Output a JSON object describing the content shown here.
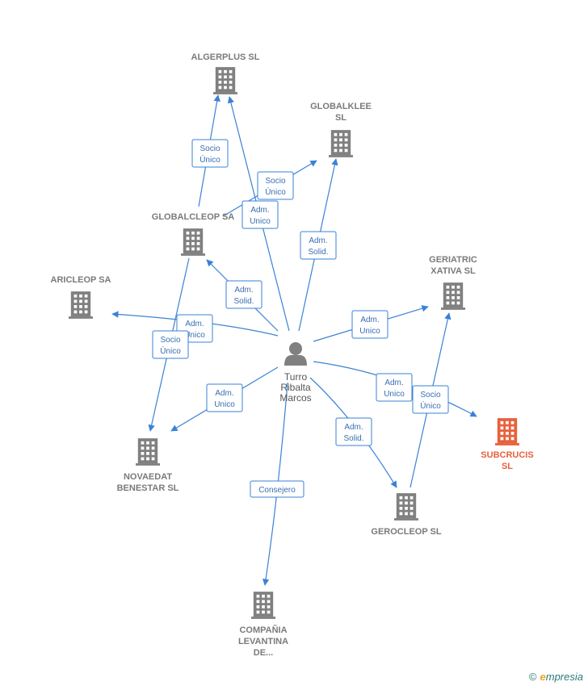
{
  "colors": {
    "edge": "#3a82d6",
    "building": "#808080",
    "highlight": "#e8613c",
    "person": "#808080"
  },
  "person": {
    "lines": [
      "Turro",
      "Ribalta",
      "Marcos"
    ]
  },
  "companies": [
    {
      "id": "algerplus",
      "lines": [
        "ALGERPLUS SL"
      ],
      "highlight": false
    },
    {
      "id": "globalklee",
      "lines": [
        "GLOBALKLEE",
        "SL"
      ],
      "highlight": false
    },
    {
      "id": "globalcleop",
      "lines": [
        "GLOBALCLEOP SA"
      ],
      "highlight": false
    },
    {
      "id": "aricleop",
      "lines": [
        "ARICLEOP SA"
      ],
      "highlight": false
    },
    {
      "id": "geriatric",
      "lines": [
        "GERIATRIC",
        "XATIVA  SL"
      ],
      "highlight": false
    },
    {
      "id": "subcrucis",
      "lines": [
        "SUBCRUCIS",
        "SL"
      ],
      "highlight": true
    },
    {
      "id": "novaedat",
      "lines": [
        "NOVAEDAT",
        "BENESTAR  SL"
      ],
      "highlight": false
    },
    {
      "id": "gerocleop",
      "lines": [
        "GEROCLEOP SL"
      ],
      "highlight": false
    },
    {
      "id": "companialevantina",
      "lines": [
        "COMPAÑIA",
        "LEVANTINA",
        "DE..."
      ],
      "highlight": false
    }
  ],
  "relations": [
    {
      "id": "rel-globalcleop-algerplus",
      "lines": [
        "Socio",
        "Único"
      ]
    },
    {
      "id": "rel-globalcleop-globalklee",
      "lines": [
        "Socio",
        "Único"
      ]
    },
    {
      "id": "rel-person-algerplus",
      "lines": [
        "Adm.",
        "Unico"
      ]
    },
    {
      "id": "rel-person-globalklee",
      "lines": [
        "Adm.",
        "Solid."
      ]
    },
    {
      "id": "rel-person-globalcleop",
      "lines": [
        "Adm.",
        "Solid."
      ]
    },
    {
      "id": "rel-person-aricleop",
      "lines": [
        "Adm.",
        "Unico"
      ]
    },
    {
      "id": "rel-globalcleop-novaedat",
      "lines": [
        "Socio",
        "Único"
      ]
    },
    {
      "id": "rel-person-geriatric",
      "lines": [
        "Adm.",
        "Unico"
      ]
    },
    {
      "id": "rel-person-subcrucis",
      "lines": [
        "Adm.",
        "Unico"
      ]
    },
    {
      "id": "rel-gerocleop-geriatric",
      "lines": [
        "Socio",
        "Único"
      ]
    },
    {
      "id": "rel-person-novaedat",
      "lines": [
        "Adm.",
        "Unico"
      ]
    },
    {
      "id": "rel-person-gerocleop",
      "lines": [
        "Adm.",
        "Solid."
      ]
    },
    {
      "id": "rel-person-companialevantina",
      "lines": [
        "Consejero"
      ]
    }
  ],
  "watermark": {
    "copyright": "©",
    "brand_initial": "e",
    "brand_rest": "mpresia"
  }
}
